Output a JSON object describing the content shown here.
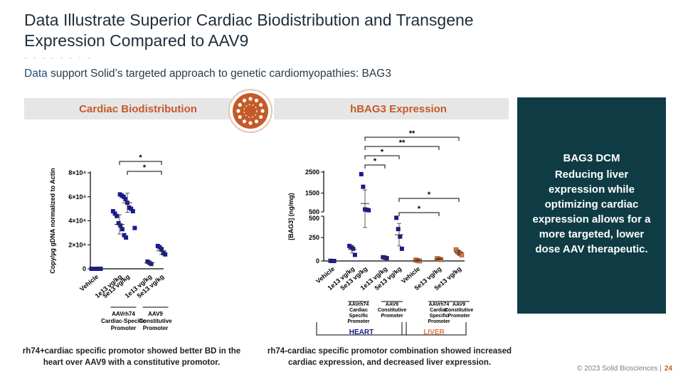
{
  "slide": {
    "title": "Data Illustrate Superior Cardiac Biodistribution and Transgene Expression Compared to AAV9",
    "dots": "· · · · · · · ·",
    "subtitle_lead": "Data",
    "subtitle_rest": " support Solid’s targeted approach to genetic cardiomyopathies: BAG3",
    "band_left": "Cardiac Biodistribution",
    "band_right": "hBAG3 Expression",
    "panel_title": "BAG3 DCM",
    "panel_body": "Reducing liver expression while optimizing cardiac expression allows for a more targeted, lower dose AAV therapeutic.",
    "caption_left": "rh74+cardiac specific promotor showed better BD in the heart over AAV9 with a constitutive promotor.",
    "caption_right": "rh74-cardiac specific promotor combination showed increased cardiac expression, and decreased liver expression.",
    "footer_text": "© 2023 Solid Biosciences |",
    "page_number": "24",
    "colors": {
      "navy": "#1a1a8c",
      "orange": "#e07a3c",
      "accent": "#c55a28",
      "panel": "#0f3c44"
    },
    "logo_icon": "dot-ring-logo-icon"
  },
  "chart_data": [
    {
      "type": "scatter",
      "ylabel": "Copy/µg gDNA normalized to Actin",
      "yticks": [
        "0",
        "2×10⁴",
        "4×10⁴",
        "6×10⁴",
        "8×10⁴"
      ],
      "ytick_values": [
        0,
        20000,
        40000,
        60000,
        80000
      ],
      "ylim": [
        0,
        80000
      ],
      "categories": [
        "Vehicle",
        "1e13 vg/kg",
        "5e13 vg/kg",
        "1e13 vg/kg",
        "5e13 vg/kg"
      ],
      "groups": [
        {
          "label": "AAVrh74 Cardiac-Specific Promoter",
          "span": [
            1,
            2
          ]
        },
        {
          "label": "AAV9 Constitutive Promoter",
          "span": [
            3,
            4
          ]
        }
      ],
      "series": [
        {
          "category": "Vehicle",
          "color": "#1a1a8c",
          "points": [
            0,
            0,
            0,
            0,
            0,
            0
          ],
          "mean": 0,
          "sd": 0
        },
        {
          "category": "1e13 vg/kg",
          "color": "#1a1a8c",
          "points": [
            48000,
            46000,
            44000,
            38000,
            36000,
            33000,
            28000,
            26000
          ],
          "mean": 37000,
          "sd": 8000
        },
        {
          "category": "5e13 vg/kg",
          "color": "#1a1a8c",
          "points": [
            62000,
            61000,
            60000,
            58000,
            55000,
            51000,
            50000,
            48000,
            34000
          ],
          "mean": 55000,
          "sd": 8000
        },
        {
          "category": "1e13 vg/kg",
          "color": "#1a1a8c",
          "points": [
            6000,
            5000,
            4000
          ],
          "mean": 5000,
          "sd": 1000
        },
        {
          "category": "5e13 vg/kg",
          "color": "#1a1a8c",
          "points": [
            19000,
            18000,
            16000,
            13000,
            12000
          ],
          "mean": 15000,
          "sd": 3000
        }
      ],
      "significance": [
        {
          "from": 1,
          "to": 4,
          "label": "*"
        },
        {
          "from": 2,
          "to": 4,
          "label": "*"
        }
      ]
    },
    {
      "type": "scatter",
      "ylabel": "[BAG3] (ng/mg)",
      "axis_break": true,
      "yticks_lower": [
        "0",
        "250",
        "500"
      ],
      "ytick_values_lower": [
        0,
        250,
        500
      ],
      "yticks_upper": [
        "500",
        "1500",
        "2500"
      ],
      "ytick_values_upper": [
        500,
        1500,
        2500
      ],
      "categories": [
        "Vehicle",
        "1e13 vg/kg",
        "5e13 vg/kg",
        "1e13 vg/kg",
        "5e13 vg/kg",
        "Vehicle",
        "5e13 vg/kg",
        "5e13 vg/kg"
      ],
      "groups": [
        {
          "label": "AAVrh74 Cardiac Specific Promoter",
          "span": [
            1,
            2
          ]
        },
        {
          "label": "AAV9 Constitutive Promoter",
          "span": [
            3,
            4
          ]
        },
        {
          "label": "AAVrh74 Cardiac Specific Promoter",
          "span": [
            6,
            6
          ]
        },
        {
          "label": "AAV9 Constitutive Promoter",
          "span": [
            7,
            7
          ]
        }
      ],
      "tissues": [
        {
          "label": "HEART",
          "span": [
            0,
            4
          ],
          "color": "#1a1a8c"
        },
        {
          "label": "LIVER",
          "span": [
            5,
            7
          ],
          "color": "#e07a3c"
        }
      ],
      "series": [
        {
          "category": "Vehicle",
          "tissue": "HEART",
          "color": "#1a1a8c",
          "points": [
            2,
            0,
            0
          ],
          "mean": 1,
          "sd": 1
        },
        {
          "category": "1e13 vg/kg",
          "tissue": "HEART",
          "color": "#1a1a8c",
          "points": [
            160,
            145,
            130,
            65
          ],
          "mean": 125,
          "sd": 40
        },
        {
          "category": "5e13 vg/kg",
          "tissue": "HEART",
          "color": "#1a1a8c",
          "points": [
            2400,
            1800,
            720,
            700,
            680
          ],
          "mean": 1000,
          "sd": 650
        },
        {
          "category": "1e13 vg/kg",
          "tissue": "HEART",
          "color": "#1a1a8c",
          "points": [
            40,
            35,
            30
          ],
          "mean": 35,
          "sd": 5
        },
        {
          "category": "5e13 vg/kg",
          "tissue": "HEART",
          "color": "#1a1a8c",
          "points": [
            460,
            340,
            260,
            130
          ],
          "mean": 280,
          "sd": 120
        },
        {
          "category": "Vehicle",
          "tissue": "LIVER",
          "color": "#e07a3c",
          "points": [
            10,
            5,
            0
          ],
          "mean": 5,
          "sd": 5
        },
        {
          "category": "5e13 vg/kg",
          "tissue": "LIVER",
          "color": "#e07a3c",
          "points": [
            25,
            20,
            15
          ],
          "mean": 20,
          "sd": 5
        },
        {
          "category": "5e13 vg/kg",
          "tissue": "LIVER",
          "color": "#e07a3c",
          "points": [
            120,
            95,
            80,
            65
          ],
          "mean": 90,
          "sd": 22
        }
      ],
      "significance": [
        {
          "from": 2,
          "to": 7,
          "label": "**"
        },
        {
          "from": 2,
          "to": 6,
          "label": "**"
        },
        {
          "from": 2,
          "to": 4,
          "label": "*"
        },
        {
          "from": 2,
          "to": 3,
          "label": "*"
        },
        {
          "from": 4,
          "to": 7,
          "label": "*"
        },
        {
          "from": 4,
          "to": 6,
          "label": "*"
        }
      ]
    }
  ]
}
